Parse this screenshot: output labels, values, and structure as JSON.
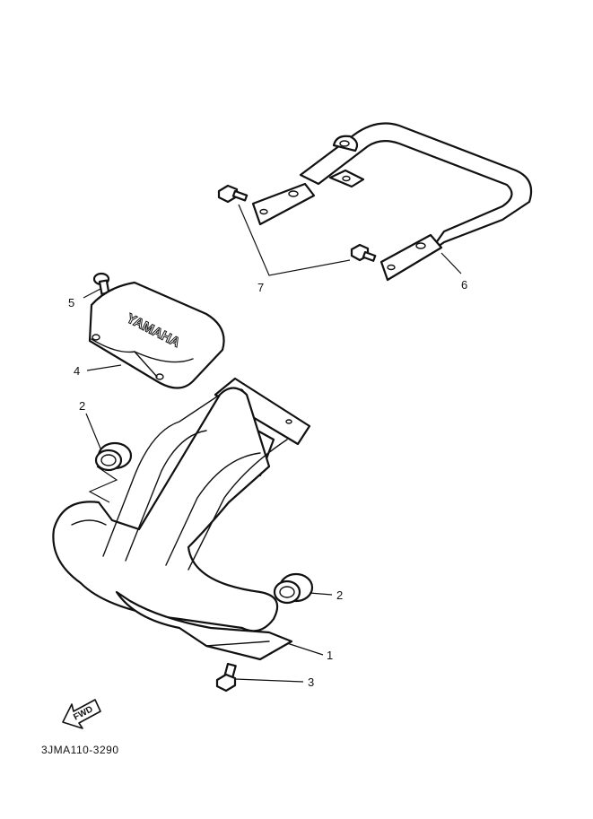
{
  "diagram": {
    "callouts": [
      {
        "number": "1"
      },
      {
        "number": "2"
      },
      {
        "number": "2"
      },
      {
        "number": "3"
      },
      {
        "number": "4"
      },
      {
        "number": "5"
      },
      {
        "number": "6"
      },
      {
        "number": "7"
      }
    ],
    "cover_logo": "YAMAHA",
    "fwd_label": "FWD",
    "drawing_code": "3JMA110-3290"
  }
}
